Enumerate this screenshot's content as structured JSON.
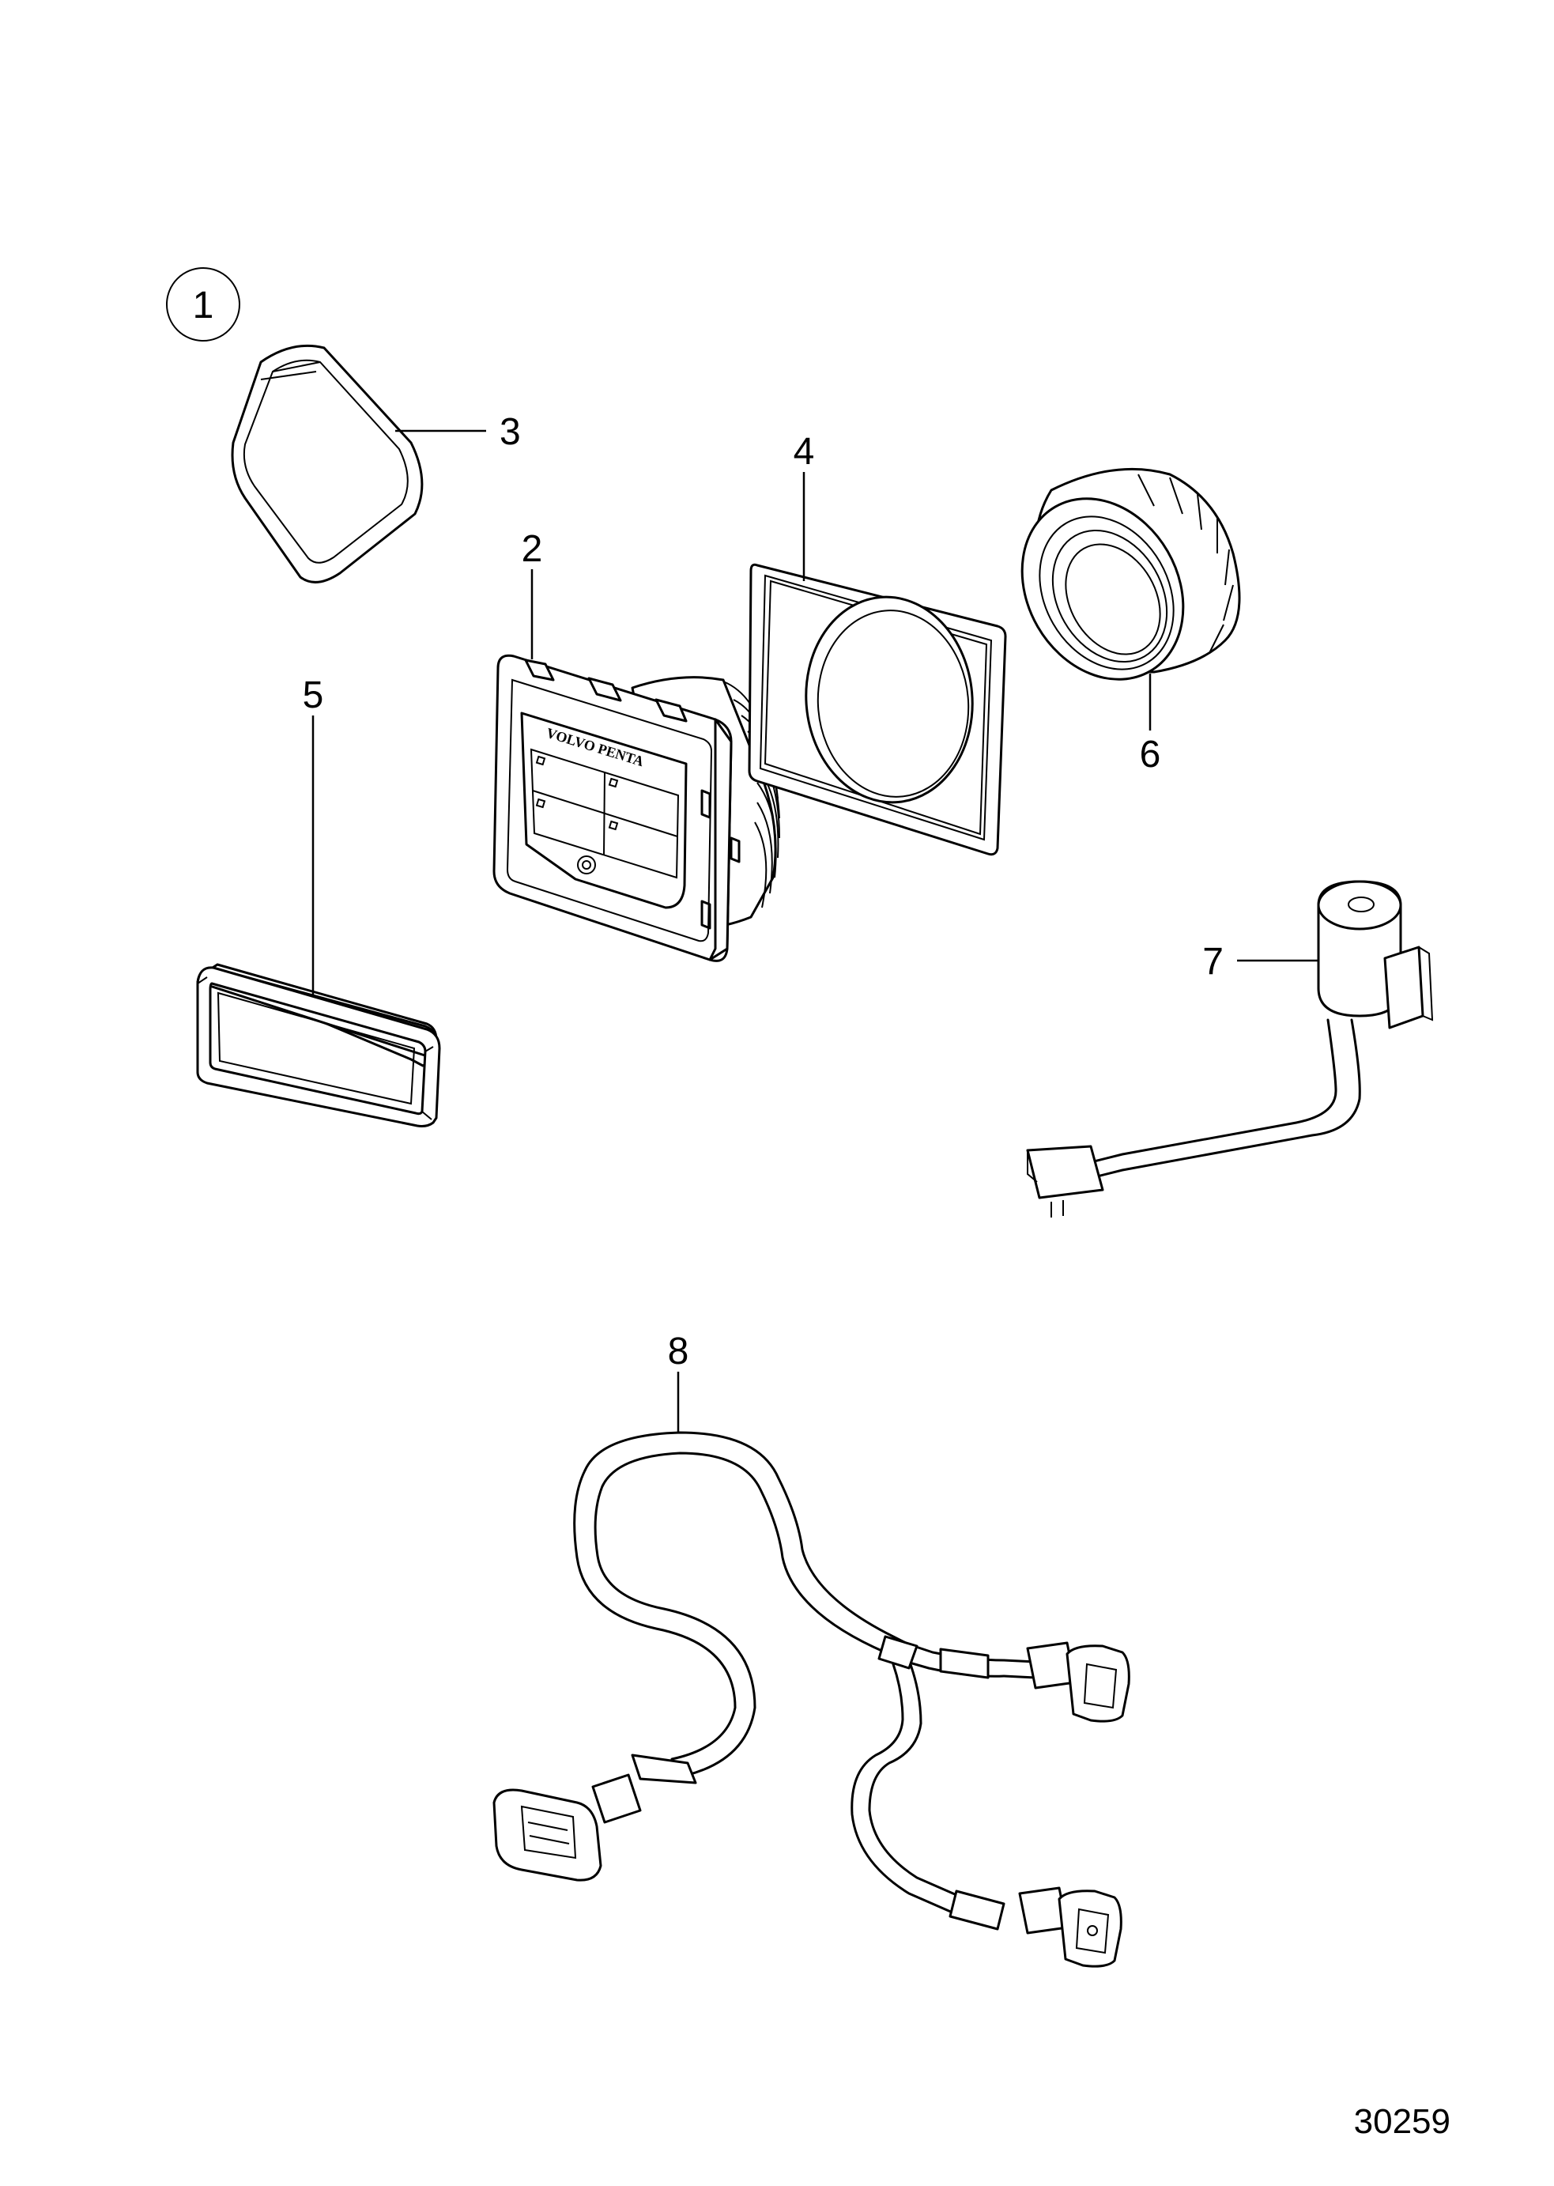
{
  "diagram": {
    "group_callout": "1",
    "callouts": {
      "c2": "2",
      "c3": "3",
      "c4": "4",
      "c5": "5",
      "c6": "6",
      "c7": "7",
      "c8": "8"
    },
    "panel_logo": "VOLVO PENTA",
    "figure_number": "30259"
  }
}
